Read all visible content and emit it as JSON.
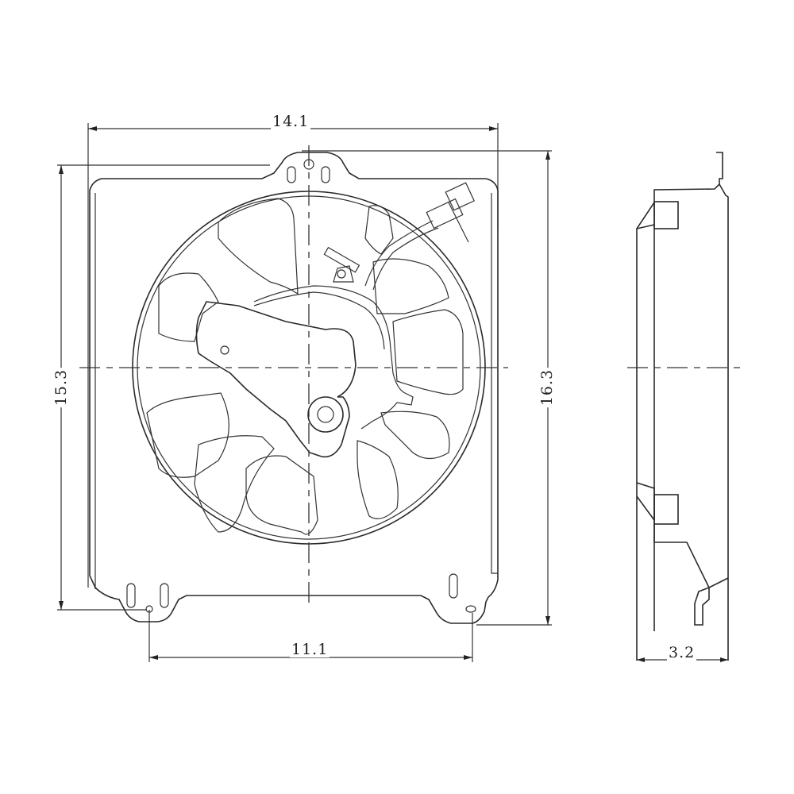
{
  "drawing": {
    "subject": "Radiator cooling fan assembly with shroud",
    "views": [
      "front-view",
      "side-view"
    ],
    "line_color": "#2a2a2a",
    "background": "#ffffff"
  },
  "dimensions": {
    "overall_width": "14.1",
    "left_height": "15.3",
    "right_height": "16.3",
    "mount_spacing": "11.1",
    "depth": "3.2"
  }
}
